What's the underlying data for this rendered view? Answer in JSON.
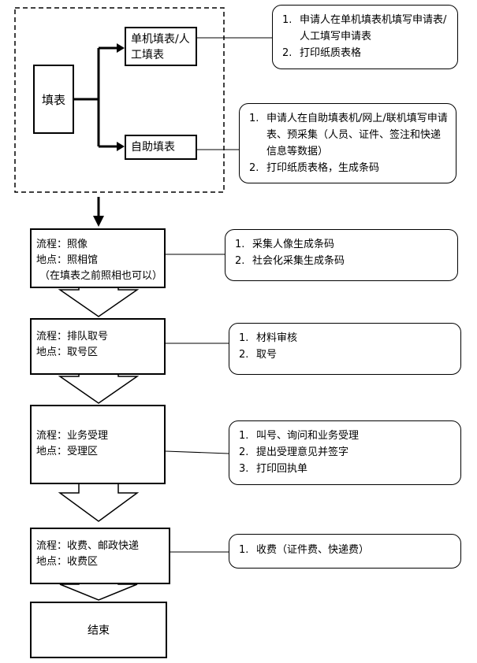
{
  "fill": {
    "label": "填表",
    "options": [
      {
        "label": "单机填表/人工填表",
        "notes": [
          "申请人在单机填表机填写申请表/人工填写申请表",
          "打印纸质表格"
        ]
      },
      {
        "label": "自助填表",
        "notes": [
          "申请人在自助填表机/网上/联机填写申请表、预采集（人员、证件、签注和快递信息等数据）",
          "打印纸质表格，生成条码"
        ]
      }
    ]
  },
  "steps": [
    {
      "process": "流程：照像",
      "location": "地点：照相馆",
      "extra": "（在填表之前照相也可以）",
      "notes": [
        "采集人像生成条码",
        "社会化采集生成条码"
      ]
    },
    {
      "process": "流程：排队取号",
      "location": "地点：取号区",
      "notes": [
        "材料审核",
        "取号"
      ]
    },
    {
      "process": "流程：业务受理",
      "location": "地点：受理区",
      "notes": [
        "叫号、询问和业务受理",
        "提出受理意见并签字",
        "打印回执单"
      ]
    },
    {
      "process": "流程：收费、邮政快递",
      "location": "地点：收费区",
      "notes": [
        "收费（证件费、快递费）"
      ]
    }
  ],
  "end": "结束"
}
